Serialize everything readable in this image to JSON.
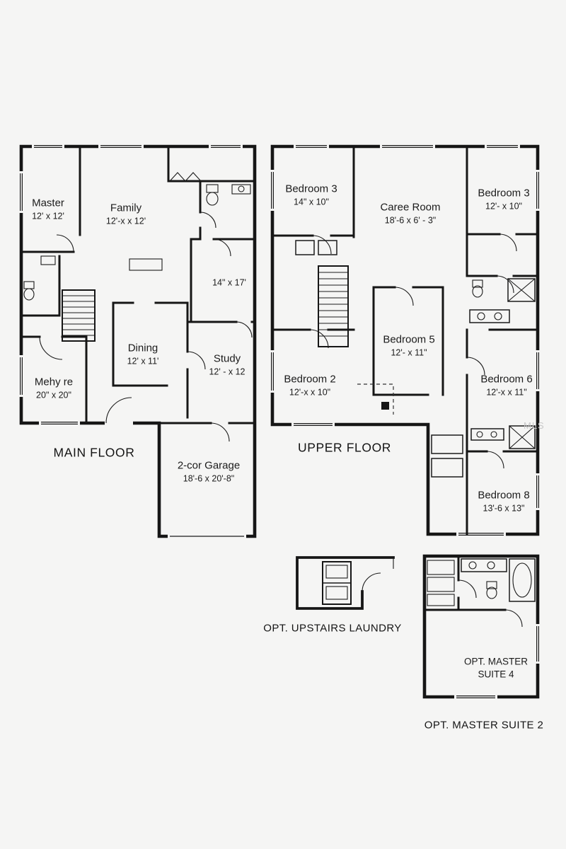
{
  "watermark": "MLS",
  "floors": {
    "main": {
      "label": "MAIN FLOOR",
      "rooms": {
        "master": {
          "name": "Master",
          "dims": "12' x 12'"
        },
        "family": {
          "name": "Family",
          "dims": "12'-x x 12'"
        },
        "flex": {
          "name": "",
          "dims": "14\" x 17'"
        },
        "dining": {
          "name": "Dining",
          "dims": "12' x 11'"
        },
        "study": {
          "name": "Study",
          "dims": "12' - x 12"
        },
        "media": {
          "name": "Mehy re",
          "dims": "20\" x 20\""
        },
        "garage": {
          "name": "2-cor Garage",
          "dims": "18'-6 x 20'-8\""
        }
      }
    },
    "upper": {
      "label": "UPPER FLOOR",
      "rooms": {
        "bedroom3_left": {
          "name": "Bedroom 3",
          "dims": "14\" x 10\""
        },
        "caree_room": {
          "name": "Caree Room",
          "dims": "18'-6 x 6' - 3\""
        },
        "bedroom3_right": {
          "name": "Bedroom 3",
          "dims": "12'- x 10\""
        },
        "bedroom5": {
          "name": "Bedroom 5",
          "dims": "12'- x 11\""
        },
        "bedroom2": {
          "name": "Bedroom 2",
          "dims": "12'-x x 10\""
        },
        "bedroom6": {
          "name": "Bedroom 6",
          "dims": "12'-x x 11\""
        },
        "bedroom8": {
          "name": "Bedroom 8",
          "dims": "13'-6 x 13\""
        }
      }
    }
  },
  "options": {
    "laundry": {
      "label": "OPT. UPSTAIRS LAUNDRY"
    },
    "master_suite4": {
      "name": "OPT. MASTER",
      "dims": "SUITE 4"
    },
    "master_suite2": {
      "label": "OPT. MASTER SUITE 2"
    }
  }
}
